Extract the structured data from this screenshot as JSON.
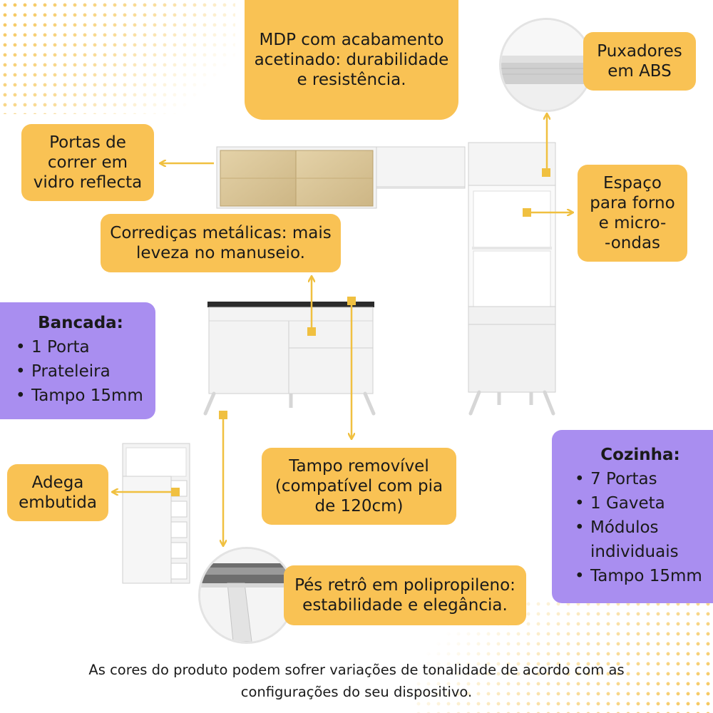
{
  "callouts": {
    "mdp": "MDP com acabamento\nacetinado: durabilidade\ne resistência.",
    "puxadores": "Puxadores\nem ABS",
    "portas": "Portas de\ncorrer em\nvidro reflecta",
    "espaco": "Espaço\npara forno\ne micro-\n-ondas",
    "corredicas": "Corrediças metálicas: mais\nleveza no manuseio.",
    "tampo": "Tampo removível\n(compatível com pia\nde 120cm)",
    "adega": "Adega\nembutida",
    "pes": "Pés retrô em polipropileno:\nestabilidade e elegância."
  },
  "bancada": {
    "title": "Bancada:",
    "items": [
      "1 Porta",
      "Prateleira",
      "Tampo 15mm"
    ]
  },
  "cozinha": {
    "title": "Cozinha:",
    "items": [
      "7 Portas",
      "1 Gaveta",
      "Módulos individuais",
      "Tampo 15mm"
    ]
  },
  "disclaimer": "As cores do produto podem sofrer variações de tonalidade de acordo com as\nconfigurações do seu dispositivo.",
  "colors": {
    "callout": "#f9c254",
    "summary": "#a98ef0",
    "accent": "#f0c040",
    "furniture": "#f2f2f2"
  }
}
